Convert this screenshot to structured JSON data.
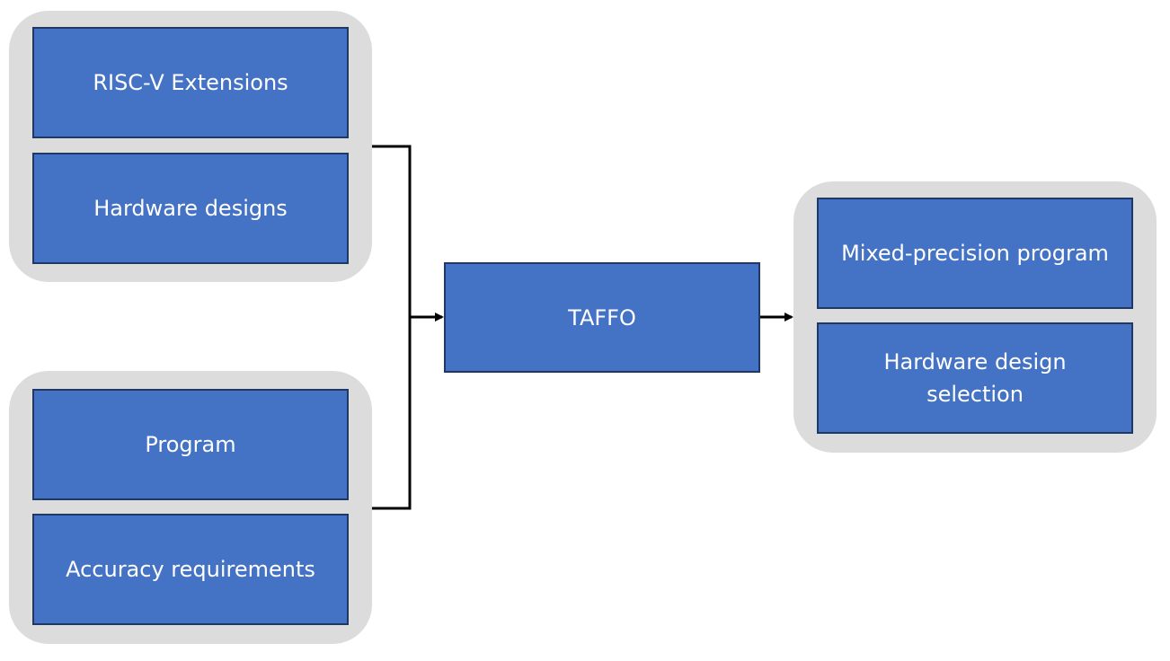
{
  "diagram": {
    "colors": {
      "box_fill": "#4472c4",
      "box_border": "#1f3864",
      "group_fill": "#dcdcdc",
      "connector": "#000000",
      "text": "#ffffff"
    },
    "inputs_top": {
      "items": [
        "RISC-V Extensions",
        "Hardware designs"
      ]
    },
    "inputs_bottom": {
      "items": [
        "Program",
        "Accuracy requirements"
      ]
    },
    "center": {
      "label": "TAFFO"
    },
    "outputs": {
      "items": [
        "Mixed-precision program",
        "Hardware design\nselection"
      ]
    }
  }
}
